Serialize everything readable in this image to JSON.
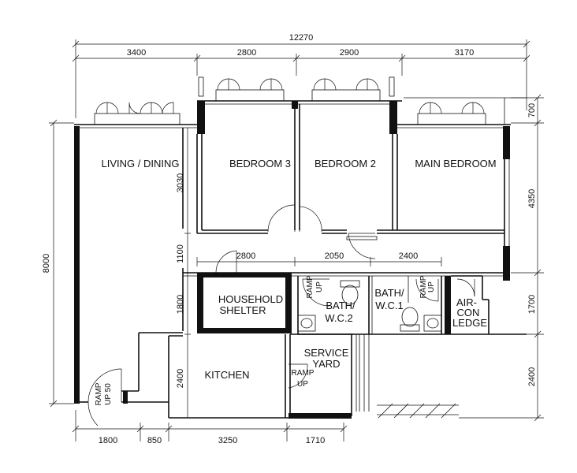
{
  "rooms": {
    "living_dining": "LIVING / DINING",
    "bedroom3": "BEDROOM 3",
    "bedroom2": "BEDROOM 2",
    "main_bedroom": "MAIN BEDROOM",
    "household_shelter": [
      "HOUSEHOLD",
      "SHELTER"
    ],
    "bath_wc2": [
      "BATH/",
      "W.C.2"
    ],
    "bath_wc1": [
      "BATH/",
      "W.C.1"
    ],
    "aircon_ledge": [
      "AIR-",
      "CON",
      "LEDGE"
    ],
    "kitchen": "KITCHEN",
    "service_yard": [
      "SERVICE",
      "YARD"
    ]
  },
  "ramps": {
    "service_ramp": [
      "RAMP",
      "UP"
    ],
    "bath_ramp_a": [
      "RAMP",
      "UP"
    ],
    "bath_ramp_b": [
      "RAMP",
      "UP"
    ],
    "entrance_ramp": [
      "RAMP",
      "UP 50"
    ]
  },
  "dimensions": {
    "overall_width": "12270",
    "top": [
      "3400",
      "2800",
      "2900",
      "3170"
    ],
    "bottom": [
      "1800",
      "850",
      "3250",
      "1710"
    ],
    "middle": [
      "2800",
      "2050",
      "2400"
    ],
    "left_overall": "8000",
    "left_inner": [
      "3030",
      "1100",
      "1800",
      "2400"
    ],
    "right": [
      "700",
      "4350",
      "1700",
      "2400"
    ]
  }
}
